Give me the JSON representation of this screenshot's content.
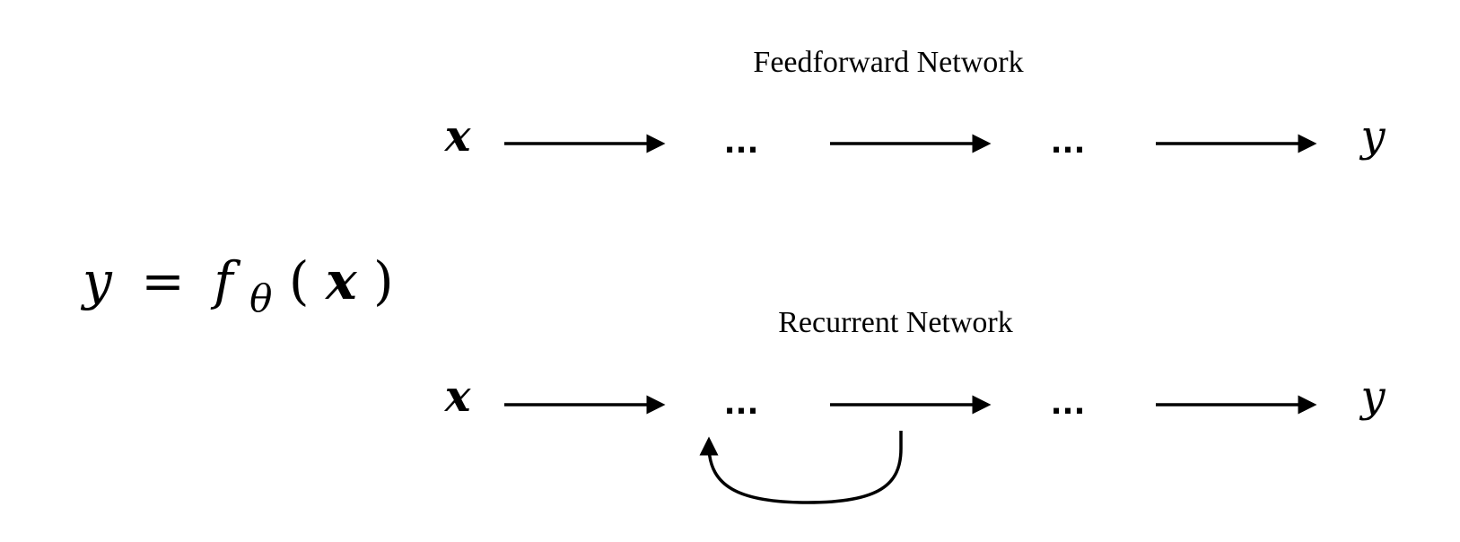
{
  "feedforward": {
    "title": "Feedforward Network",
    "input": "x",
    "output": "y",
    "ellipses": [
      "...",
      "..."
    ]
  },
  "recurrent": {
    "title": "Recurrent Network",
    "input": "x",
    "output": "y",
    "ellipses": [
      "...",
      "..."
    ]
  },
  "equation": {
    "lhs": "y",
    "equals": "=",
    "func": "f",
    "subscript": "θ",
    "open_paren": "(",
    "arg": "x",
    "close_paren": ")"
  }
}
